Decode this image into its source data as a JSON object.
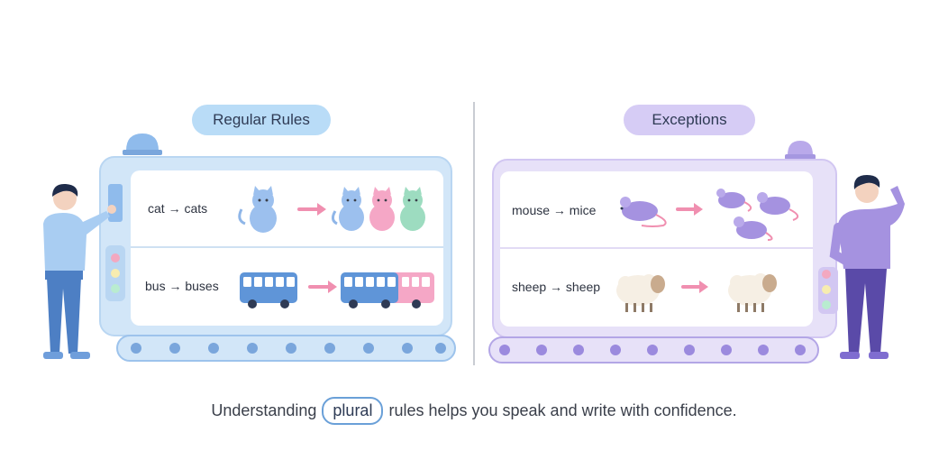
{
  "left_panel": {
    "title": "Regular Rules",
    "rows": [
      {
        "label": "cat → cats"
      },
      {
        "label": "bus → buses"
      }
    ]
  },
  "right_panel": {
    "title": "Exceptions",
    "rows": [
      {
        "label": "mouse → mice"
      },
      {
        "label": "sheep → sheep"
      }
    ]
  },
  "caption": {
    "before": "Understanding",
    "highlight": "plural",
    "after": "rules helps you speak and write with confidence."
  },
  "colors": {
    "regular_accent": "#b9dcf7",
    "exceptions_accent": "#d9d0f5",
    "arrow": "#f08fb0"
  }
}
